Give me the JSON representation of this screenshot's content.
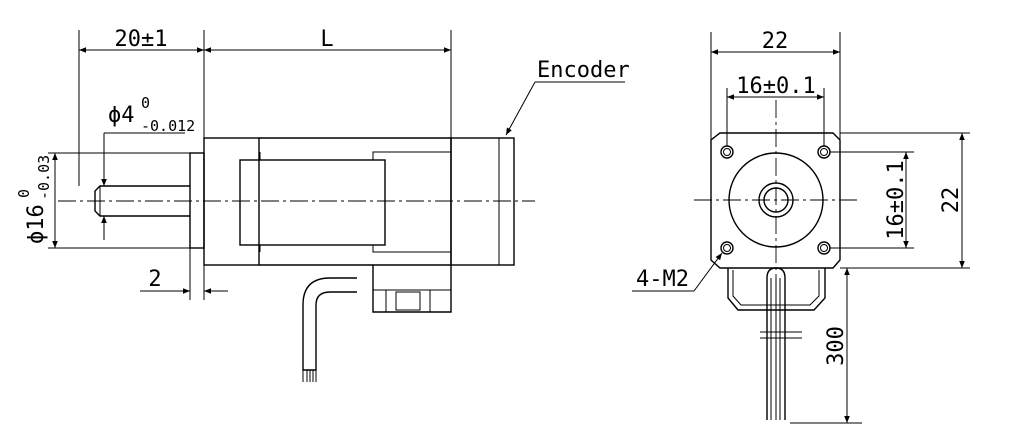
{
  "side_view": {
    "shaft_length": "20±1",
    "body_length": "L",
    "encoder_label": "Encoder",
    "shaft_dia": {
      "symbol": "ϕ4",
      "upper": "0",
      "lower": "-0.012"
    },
    "pilot_dia": {
      "symbol": "ϕ16",
      "upper": "0",
      "lower": "-0.03"
    },
    "flange_thickness": "2"
  },
  "front_view": {
    "width": "22",
    "hole_spacing_h": "16±0.1",
    "hole_spacing_v": "16±0.1",
    "height": "22",
    "holes": "4-M2",
    "cable_length": "300"
  }
}
